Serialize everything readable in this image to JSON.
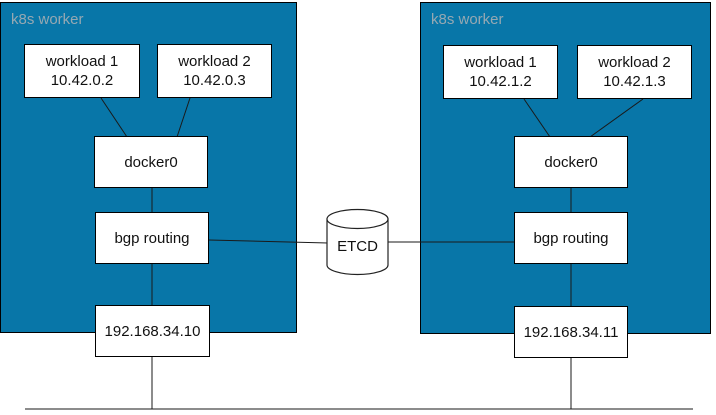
{
  "diagram": {
    "workers": [
      {
        "title": "k8s worker",
        "workload1_name": "workload 1",
        "workload1_ip": "10.42.0.2",
        "workload2_name": "workload 2",
        "workload2_ip": "10.42.0.3",
        "bridge_label": "docker0",
        "routing_label": "bgp routing",
        "host_ip": "192.168.34.10"
      },
      {
        "title": "k8s worker",
        "workload1_name": "workload 1",
        "workload1_ip": "10.42.1.2",
        "workload2_name": "workload 2",
        "workload2_ip": "10.42.1.3",
        "bridge_label": "docker0",
        "routing_label": "bgp routing",
        "host_ip": "192.168.34.11"
      }
    ],
    "etcd_label": "ETCD",
    "colors": {
      "worker_fill": "#0876a8",
      "worker_title": "#96a8b2",
      "node_fill": "#ffffff",
      "node_border": "#000000",
      "connector": "#1a1a1a"
    }
  }
}
